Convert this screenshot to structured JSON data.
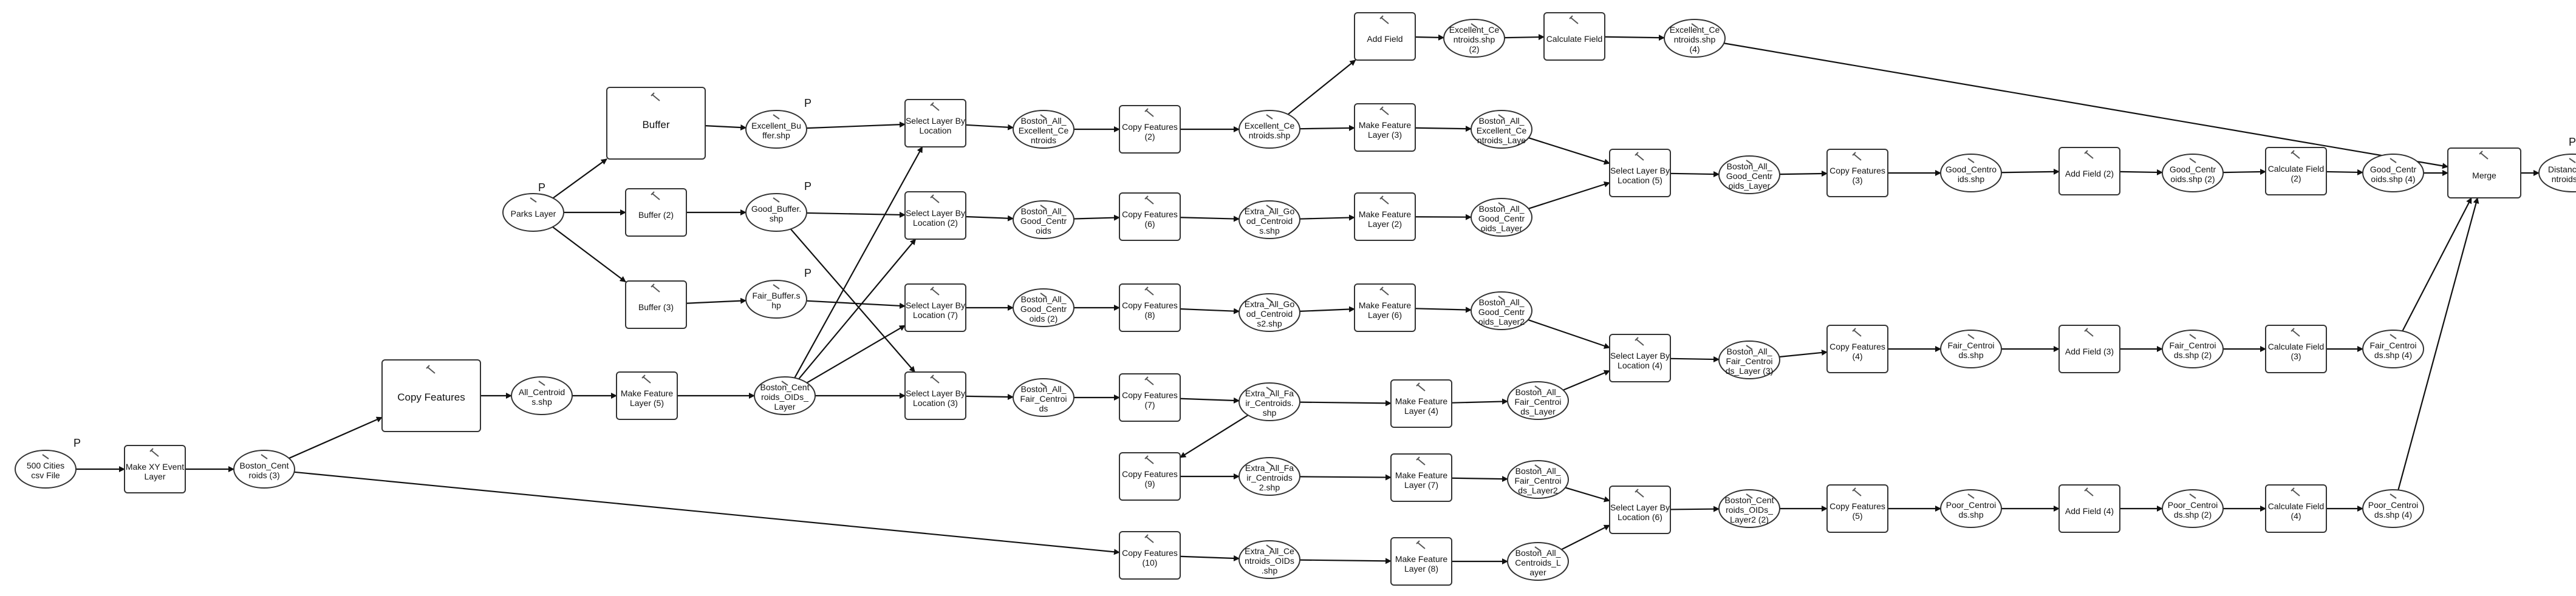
{
  "diagram": {
    "type": "geoprocessing-model",
    "nodes": [
      {
        "id": "n500",
        "kind": "data",
        "lines": [
          "500 Cities",
          "csv File"
        ],
        "param": true
      },
      {
        "id": "makexy",
        "kind": "tool",
        "lines": [
          "Make XY Event",
          "Layer"
        ]
      },
      {
        "id": "bcent",
        "kind": "data",
        "lines": [
          "Boston_Cent",
          "roids (3)"
        ]
      },
      {
        "id": "copyfeat",
        "kind": "tool",
        "big": true,
        "lines": [
          "Copy Features"
        ]
      },
      {
        "id": "allcent",
        "kind": "data",
        "lines": [
          "All_Centroid",
          "s.shp"
        ]
      },
      {
        "id": "mfl5",
        "kind": "tool",
        "lines": [
          "Make Feature",
          "Layer (5)"
        ]
      },
      {
        "id": "bcoids",
        "kind": "data",
        "lines": [
          "Boston_Cent",
          "roids_OIDs_",
          "Layer"
        ]
      },
      {
        "id": "parks",
        "kind": "data",
        "lines": [
          "Parks Layer"
        ],
        "param": true
      },
      {
        "id": "buffer",
        "kind": "tool",
        "big": true,
        "lines": [
          "Buffer"
        ]
      },
      {
        "id": "buffer2",
        "kind": "tool",
        "lines": [
          "Buffer (2)"
        ]
      },
      {
        "id": "buffer3",
        "kind": "tool",
        "lines": [
          "Buffer (3)"
        ]
      },
      {
        "id": "excbuf",
        "kind": "data",
        "lines": [
          "Excellent_Bu",
          "ffer.shp"
        ],
        "param": true
      },
      {
        "id": "goodbuf",
        "kind": "data",
        "lines": [
          "Good_Buffer.",
          "shp"
        ],
        "param": true
      },
      {
        "id": "fairbuf",
        "kind": "data",
        "lines": [
          "Fair_Buffer.s",
          "hp"
        ],
        "param": true
      },
      {
        "id": "slbl",
        "kind": "tool",
        "lines": [
          "Select Layer By",
          "Location"
        ]
      },
      {
        "id": "slbl2",
        "kind": "tool",
        "lines": [
          "Select Layer By",
          "Location (2)"
        ]
      },
      {
        "id": "slbl7",
        "kind": "tool",
        "lines": [
          "Select Layer By",
          "Location (7)"
        ]
      },
      {
        "id": "slbl3",
        "kind": "tool",
        "lines": [
          "Select Layer By",
          "Location (3)"
        ]
      },
      {
        "id": "baexc",
        "kind": "data",
        "lines": [
          "Boston_All_",
          "Excellent_Ce",
          "ntroids"
        ]
      },
      {
        "id": "bagood",
        "kind": "data",
        "lines": [
          "Boston_All_",
          "Good_Centr",
          "oids"
        ]
      },
      {
        "id": "bagood2",
        "kind": "data",
        "lines": [
          "Boston_All_",
          "Good_Centr",
          "oids (2)"
        ]
      },
      {
        "id": "bafair",
        "kind": "data",
        "lines": [
          "Boston_All_",
          "Fair_Centroi",
          "ds"
        ]
      },
      {
        "id": "cf2",
        "kind": "tool",
        "lines": [
          "Copy Features",
          "(2)"
        ]
      },
      {
        "id": "cf6",
        "kind": "tool",
        "lines": [
          "Copy Features",
          "(6)"
        ]
      },
      {
        "id": "cf8",
        "kind": "tool",
        "lines": [
          "Copy Features",
          "(8)"
        ]
      },
      {
        "id": "cf7",
        "kind": "tool",
        "lines": [
          "Copy Features",
          "(7)"
        ]
      },
      {
        "id": "cf9",
        "kind": "tool",
        "lines": [
          "Copy Features",
          "(9)"
        ]
      },
      {
        "id": "cf10",
        "kind": "tool",
        "lines": [
          "Copy Features",
          "(10)"
        ]
      },
      {
        "id": "excshp",
        "kind": "data",
        "lines": [
          "Excellent_Ce",
          "ntroids.shp"
        ]
      },
      {
        "id": "xgood",
        "kind": "data",
        "lines": [
          "Extra_All_Go",
          "od_Centroid",
          "s.shp"
        ]
      },
      {
        "id": "xgood2",
        "kind": "data",
        "lines": [
          "Extra_All_Go",
          "od_Centroid",
          "s2.shp"
        ]
      },
      {
        "id": "xfair",
        "kind": "data",
        "lines": [
          "Extra_All_Fa",
          "ir_Centroids.",
          "shp"
        ]
      },
      {
        "id": "xfair2",
        "kind": "data",
        "lines": [
          "Extra_All_Fa",
          "ir_Centroids",
          "2.shp"
        ]
      },
      {
        "id": "xcoids",
        "kind": "data",
        "lines": [
          "Extra_All_Ce",
          "ntroids_OIDs",
          ".shp"
        ]
      },
      {
        "id": "addfield",
        "kind": "tool",
        "lines": [
          "Add Field"
        ]
      },
      {
        "id": "exc2",
        "kind": "data",
        "lines": [
          "Excellent_Ce",
          "ntroids.shp",
          "(2)"
        ]
      },
      {
        "id": "calcf",
        "kind": "tool",
        "lines": [
          "Calculate Field"
        ]
      },
      {
        "id": "exc4",
        "kind": "data",
        "lines": [
          "Excellent_Ce",
          "ntroids.shp",
          "(4)"
        ]
      },
      {
        "id": "mfl3",
        "kind": "tool",
        "lines": [
          "Make Feature",
          "Layer (3)"
        ]
      },
      {
        "id": "mfl2",
        "kind": "tool",
        "lines": [
          "Make Feature",
          "Layer (2)"
        ]
      },
      {
        "id": "mfl6",
        "kind": "tool",
        "lines": [
          "Make Feature",
          "Layer (6)"
        ]
      },
      {
        "id": "mfl4",
        "kind": "tool",
        "lines": [
          "Make Feature",
          "Layer (4)"
        ]
      },
      {
        "id": "mfl7",
        "kind": "tool",
        "lines": [
          "Make Feature",
          "Layer (7)"
        ]
      },
      {
        "id": "mfl8",
        "kind": "tool",
        "lines": [
          "Make Feature",
          "Layer (8)"
        ]
      },
      {
        "id": "baexcl",
        "kind": "data",
        "lines": [
          "Boston_All_",
          "Excellent_Ce",
          "ntroids_Laye"
        ]
      },
      {
        "id": "bagoodl",
        "kind": "data",
        "lines": [
          "Boston_All_",
          "Good_Centr",
          "oids_Layer"
        ]
      },
      {
        "id": "bagoodl2",
        "kind": "data",
        "lines": [
          "Boston_All_",
          "Good_Centr",
          "oids_Layer2"
        ]
      },
      {
        "id": "bafairl",
        "kind": "data",
        "lines": [
          "Boston_All_",
          "Fair_Centroi",
          "ds_Layer"
        ]
      },
      {
        "id": "bafairl2",
        "kind": "data",
        "lines": [
          "Boston_All_",
          "Fair_Centroi",
          "ds_Layer2"
        ]
      },
      {
        "id": "bacl",
        "kind": "data",
        "lines": [
          "Boston_All_",
          "Centroids_L",
          "ayer"
        ]
      },
      {
        "id": "slbl5",
        "kind": "tool",
        "lines": [
          "Select Layer By",
          "Location (5)"
        ]
      },
      {
        "id": "slbl4",
        "kind": "tool",
        "lines": [
          "Select Layer By",
          "Location (4)"
        ]
      },
      {
        "id": "slbl6",
        "kind": "tool",
        "lines": [
          "Select Layer By",
          "Location (6)"
        ]
      },
      {
        "id": "bagcl",
        "kind": "data",
        "lines": [
          "Boston_All_",
          "Good_Centr",
          "oids_Layer"
        ]
      },
      {
        "id": "bafcl3",
        "kind": "data",
        "lines": [
          "Boston_All_",
          "Fair_Centroi",
          "ds_Layer (3)"
        ]
      },
      {
        "id": "bcol2",
        "kind": "data",
        "lines": [
          "Boston_Cent",
          "roids_OIDs_",
          "Layer2 (2)"
        ]
      },
      {
        "id": "cf3",
        "kind": "tool",
        "lines": [
          "Copy Features",
          "(3)"
        ]
      },
      {
        "id": "cf4",
        "kind": "tool",
        "lines": [
          "Copy Features",
          "(4)"
        ]
      },
      {
        "id": "cf5",
        "kind": "tool",
        "lines": [
          "Copy Features",
          "(5)"
        ]
      },
      {
        "id": "goodshp",
        "kind": "data",
        "lines": [
          "Good_Centro",
          "ids.shp"
        ]
      },
      {
        "id": "fairshp",
        "kind": "data",
        "lines": [
          "Fair_Centroi",
          "ds.shp"
        ]
      },
      {
        "id": "poorshp",
        "kind": "data",
        "lines": [
          "Poor_Centroi",
          "ds.shp"
        ]
      },
      {
        "id": "af2",
        "kind": "tool",
        "lines": [
          "Add Field (2)"
        ]
      },
      {
        "id": "af3",
        "kind": "tool",
        "lines": [
          "Add Field (3)"
        ]
      },
      {
        "id": "af4",
        "kind": "tool",
        "lines": [
          "Add Field (4)"
        ]
      },
      {
        "id": "good2",
        "kind": "data",
        "lines": [
          "Good_Centr",
          "oids.shp (2)"
        ]
      },
      {
        "id": "fair2",
        "kind": "data",
        "lines": [
          "Fair_Centroi",
          "ds.shp (2)"
        ]
      },
      {
        "id": "poor2",
        "kind": "data",
        "lines": [
          "Poor_Centroi",
          "ds.shp (2)"
        ]
      },
      {
        "id": "calc2",
        "kind": "tool",
        "lines": [
          "Calculate Field",
          "(2)"
        ]
      },
      {
        "id": "calc3",
        "kind": "tool",
        "lines": [
          "Calculate Field",
          "(3)"
        ]
      },
      {
        "id": "calc4",
        "kind": "tool",
        "lines": [
          "Calculate Field",
          "(4)"
        ]
      },
      {
        "id": "good4",
        "kind": "data",
        "lines": [
          "Good_Centr",
          "oids.shp (4)"
        ]
      },
      {
        "id": "fair4",
        "kind": "data",
        "lines": [
          "Fair_Centroi",
          "ds.shp (4)"
        ]
      },
      {
        "id": "poor4",
        "kind": "data",
        "lines": [
          "Poor_Centroi",
          "ds.shp (4)"
        ]
      },
      {
        "id": "merge",
        "kind": "tool",
        "lines": [
          "Merge"
        ]
      },
      {
        "id": "dist",
        "kind": "data",
        "lines": [
          "Distance_Ce",
          "ntroids.shp"
        ],
        "param": true
      }
    ],
    "edges": [
      [
        "n500",
        "makexy"
      ],
      [
        "makexy",
        "bcent"
      ],
      [
        "bcent",
        "copyfeat"
      ],
      [
        "bcent",
        "cf10"
      ],
      [
        "copyfeat",
        "allcent"
      ],
      [
        "allcent",
        "mfl5"
      ],
      [
        "mfl5",
        "bcoids"
      ],
      [
        "bcoids",
        "slbl"
      ],
      [
        "bcoids",
        "slbl2"
      ],
      [
        "bcoids",
        "slbl7"
      ],
      [
        "bcoids",
        "slbl3"
      ],
      [
        "parks",
        "buffer"
      ],
      [
        "parks",
        "buffer2"
      ],
      [
        "parks",
        "buffer3"
      ],
      [
        "buffer",
        "excbuf"
      ],
      [
        "buffer2",
        "goodbuf"
      ],
      [
        "buffer3",
        "fairbuf"
      ],
      [
        "excbuf",
        "slbl"
      ],
      [
        "goodbuf",
        "slbl2"
      ],
      [
        "goodbuf",
        "slbl3"
      ],
      [
        "fairbuf",
        "slbl7"
      ],
      [
        "slbl",
        "baexc"
      ],
      [
        "slbl2",
        "bagood"
      ],
      [
        "slbl7",
        "bagood2"
      ],
      [
        "slbl3",
        "bafair"
      ],
      [
        "baexc",
        "cf2"
      ],
      [
        "bagood",
        "cf6"
      ],
      [
        "bagood2",
        "cf8"
      ],
      [
        "bafair",
        "cf7"
      ],
      [
        "cf2",
        "excshp"
      ],
      [
        "cf6",
        "xgood"
      ],
      [
        "cf8",
        "xgood2"
      ],
      [
        "cf7",
        "xfair"
      ],
      [
        "xfair",
        "cf9"
      ],
      [
        "cf9",
        "xfair2"
      ],
      [
        "cf10",
        "xcoids"
      ],
      [
        "excshp",
        "addfield"
      ],
      [
        "addfield",
        "exc2"
      ],
      [
        "exc2",
        "calcf"
      ],
      [
        "calcf",
        "exc4"
      ],
      [
        "excshp",
        "mfl3"
      ],
      [
        "xgood",
        "mfl2"
      ],
      [
        "xgood2",
        "mfl6"
      ],
      [
        "xfair",
        "mfl4"
      ],
      [
        "xfair2",
        "mfl7"
      ],
      [
        "xcoids",
        "mfl8"
      ],
      [
        "mfl3",
        "baexcl"
      ],
      [
        "mfl2",
        "bagoodl"
      ],
      [
        "mfl6",
        "bagoodl2"
      ],
      [
        "mfl4",
        "bafairl"
      ],
      [
        "mfl7",
        "bafairl2"
      ],
      [
        "mfl8",
        "bacl"
      ],
      [
        "baexcl",
        "slbl5"
      ],
      [
        "bagoodl",
        "slbl5"
      ],
      [
        "bagoodl2",
        "slbl4"
      ],
      [
        "bafairl",
        "slbl4"
      ],
      [
        "bafairl2",
        "slbl6"
      ],
      [
        "bacl",
        "slbl6"
      ],
      [
        "slbl5",
        "bagcl"
      ],
      [
        "slbl4",
        "bafcl3"
      ],
      [
        "slbl6",
        "bcol2"
      ],
      [
        "bagcl",
        "cf3"
      ],
      [
        "bafcl3",
        "cf4"
      ],
      [
        "bcol2",
        "cf5"
      ],
      [
        "cf3",
        "goodshp"
      ],
      [
        "cf4",
        "fairshp"
      ],
      [
        "cf5",
        "poorshp"
      ],
      [
        "goodshp",
        "af2"
      ],
      [
        "fairshp",
        "af3"
      ],
      [
        "poorshp",
        "af4"
      ],
      [
        "af2",
        "good2"
      ],
      [
        "af3",
        "fair2"
      ],
      [
        "af4",
        "poor2"
      ],
      [
        "good2",
        "calc2"
      ],
      [
        "fair2",
        "calc3"
      ],
      [
        "poor2",
        "calc4"
      ],
      [
        "calc2",
        "good4"
      ],
      [
        "calc3",
        "fair4"
      ],
      [
        "calc4",
        "poor4"
      ],
      [
        "exc4",
        "merge"
      ],
      [
        "good4",
        "merge"
      ],
      [
        "fair4",
        "merge"
      ],
      [
        "poor4",
        "merge"
      ],
      [
        "merge",
        "dist"
      ]
    ]
  },
  "labels": {
    "param_marker": "P"
  }
}
